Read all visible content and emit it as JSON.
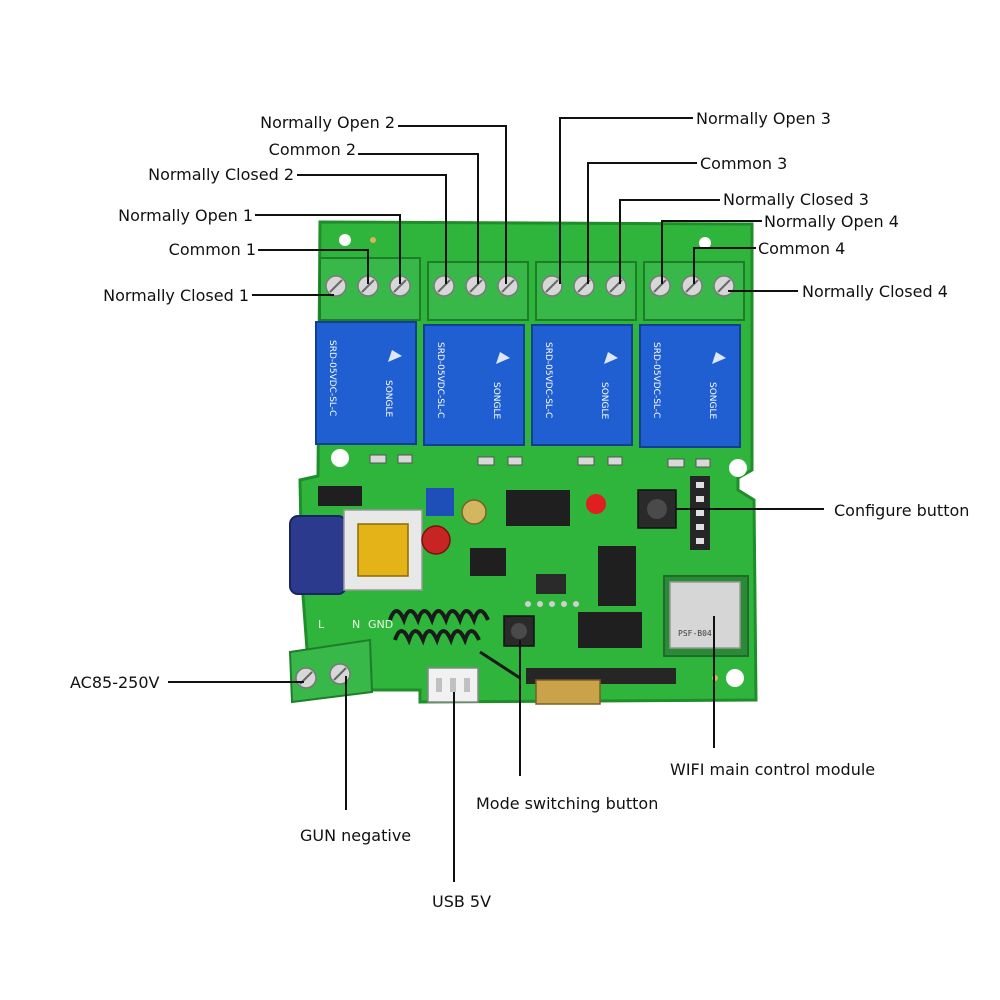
{
  "colors": {
    "pcb": "#2fb43c",
    "pcb_edge": "#1f8e2a",
    "relay": "#1f5fd1",
    "terminal": "#39b84a",
    "leader_line": "#111111"
  },
  "labels": {
    "no2": "Normally Open 2",
    "c2": "Common 2",
    "nc2": "Normally Closed 2",
    "no1": "Normally Open 1",
    "c1": "Common 1",
    "nc1": "Normally Closed 1",
    "no3": "Normally Open 3",
    "c3": "Common 3",
    "nc3": "Normally Closed 3",
    "no4": "Normally Open 4",
    "c4": "Common 4",
    "nc4": "Normally Closed 4",
    "configure": "Configure button",
    "ac": "AC85-250V",
    "gnd": "GUN negative",
    "usb": "USB 5V",
    "mode": "Mode switching button",
    "wifi": "WIFI main control module"
  },
  "board_text": {
    "silk_l": "L",
    "silk_n": "N",
    "silk_gnd": "GND",
    "relay_model": "SRD-05VDC-SL-C",
    "relay_brand": "SONGLE",
    "wifi_module": "PSF-B04"
  }
}
